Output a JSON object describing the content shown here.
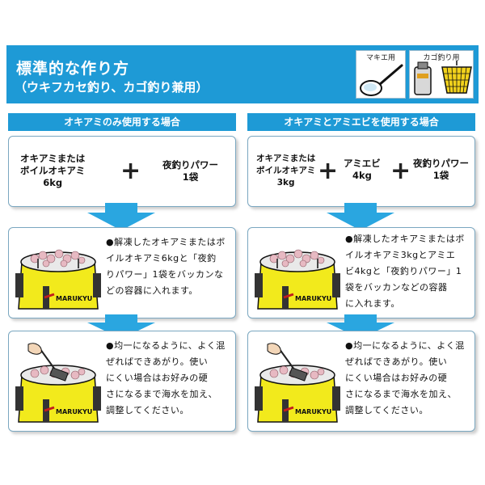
{
  "header": {
    "title": "標準的な作り方",
    "subtitle": "（ウキフカセ釣り、カゴ釣り兼用）",
    "icon_ladle_label": "マキエ用",
    "icon_basket_label": "カゴ釣り用"
  },
  "left": {
    "heading": "オキアミのみ使用する場合",
    "ingredients": [
      {
        "line1": "オキアミまたは",
        "line2": "ボイルオキアミ",
        "line3": "6kg"
      },
      {
        "line1": "夜釣りパワー",
        "line2": "1袋"
      }
    ],
    "plus": [
      "+"
    ],
    "step1": [
      "●解凍したオキアミまたはボ",
      "イルオキアミ6kgと「夜釣",
      "りパワー」1袋をバッカンな",
      "どの容器に入れます。"
    ],
    "step2": [
      "●均一になるように、よく混",
      "ぜればできあがり。使い",
      "にくい場合はお好みの硬",
      "さになるまで海水を加え、",
      "調整してください。"
    ]
  },
  "right": {
    "heading": "オキアミとアミエビを使用する場合",
    "ingredients": [
      {
        "line1": "オキアミまたは",
        "line2": "ボイルオキアミ",
        "line3": "3kg"
      },
      {
        "line1": "アミエビ",
        "line2": "4kg"
      },
      {
        "line1": "夜釣りパワー",
        "line2": "1袋"
      }
    ],
    "plus": [
      "+",
      "+"
    ],
    "step1": [
      "●解凍したオキアミまたはボ",
      "イルオキアミ3kgとアミエ",
      "ビ4kgと「夜釣りパワー」1",
      "袋をバッカンなどの容器",
      "に入れます。"
    ],
    "step2": [
      "●均一になるように、よく混",
      "ぜればできあがり。使い",
      "にくい場合はお好みの硬",
      "さになるまで海水を加え、",
      "調整してください。"
    ]
  },
  "bucket_brand": "MARUKYU",
  "colors": {
    "accent": "#1e9ad6",
    "bucket": "#f2ea1c",
    "arrow": "#2aa6e0"
  }
}
